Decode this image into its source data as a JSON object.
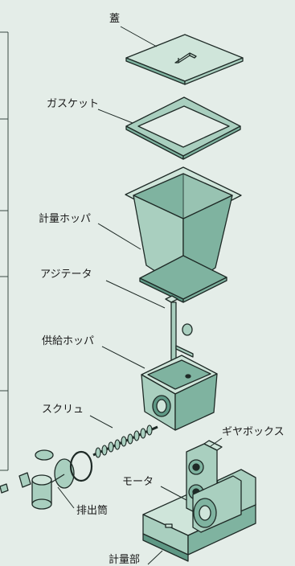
{
  "colors": {
    "background": "#e4ede8",
    "part_fill": "#a9cfbf",
    "part_fill_dark": "#7fb3a0",
    "part_fill_light": "#cfe5da",
    "stroke": "#1e2a26",
    "frame_line": "#3a4a44"
  },
  "parts": {
    "lid": {
      "label": "蓋"
    },
    "gasket": {
      "label": "ガスケット"
    },
    "weighing_hopper": {
      "label": "計量ホッパ"
    },
    "agitator": {
      "label": "アジテータ"
    },
    "feed_hopper": {
      "label": "供給ホッパ"
    },
    "screw": {
      "label": "スクリュ"
    },
    "gearbox": {
      "label": "ギヤボックス"
    },
    "motor": {
      "label": "モータ"
    },
    "discharge_tube": {
      "label": "排出筒"
    },
    "weighing_unit": {
      "label": "計量部"
    }
  }
}
